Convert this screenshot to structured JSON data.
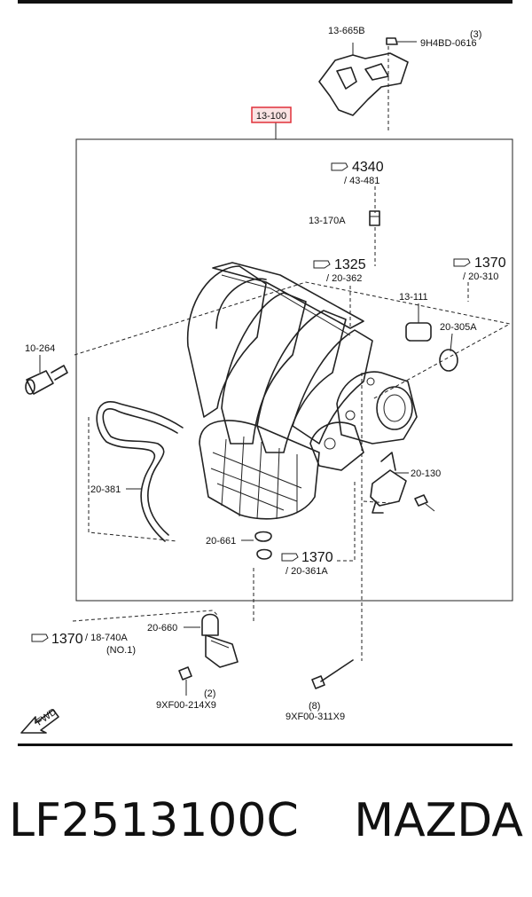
{
  "parts": {
    "main_assembly": "13-100",
    "bracket": "13-665B",
    "bracket_bolt": "9H4BD-0616",
    "bracket_bolt_qty": "(3)",
    "ref_4340": "4340",
    "ref_43_481": "/ 43-481",
    "fitting": "13-170A",
    "ref_1325": "1325",
    "ref_20_362": "/ 20-362",
    "gasket": "13-111",
    "ref_1370_right": "1370",
    "ref_20_310": "/ 20-310",
    "oring": "20-305A",
    "sensor": "10-264",
    "hose": "20-381",
    "actuator": "20-130",
    "seal": "20-661",
    "ref_1370_mid": "1370",
    "ref_20_361A": "/ 20-361A",
    "ref_1370_left": "1370",
    "ref_18_740A": "/ 18-740A",
    "ref_no1": "(NO.1)",
    "solenoid": "20-660",
    "bolt_small_qty": "(2)",
    "bolt_small": "9XF00-214X9",
    "bolt_long_qty": "(8)",
    "bolt_long": "9XF00-311X9",
    "fwd": "FWD"
  },
  "caption": {
    "part_number": "LF2513100C",
    "brand": "MAZDA"
  },
  "colors": {
    "highlight": "#e0303a",
    "highlight_fill": "#fbe3e3",
    "ink": "#222222"
  }
}
